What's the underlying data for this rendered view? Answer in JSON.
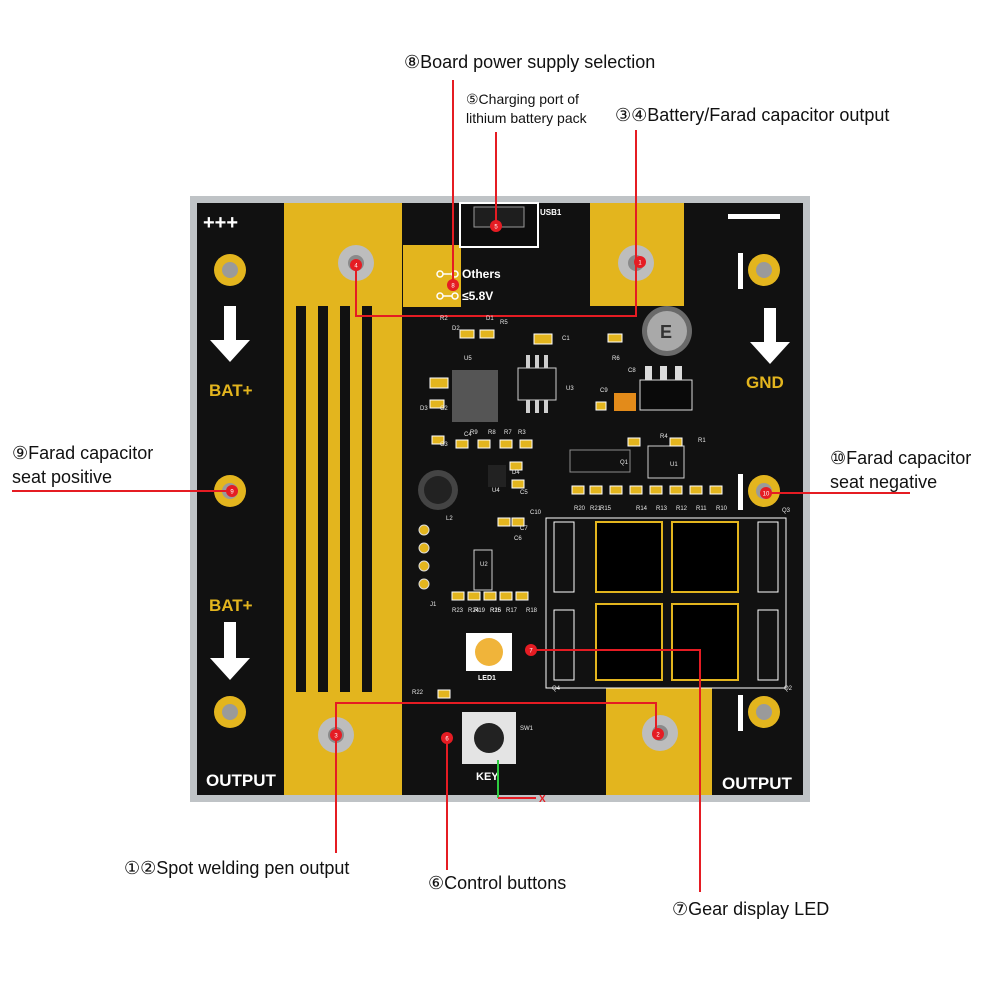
{
  "callouts": {
    "c8": "⑧Board power supply selection",
    "c5_line1": "⑤Charging port of",
    "c5_line2": "lithium battery pack",
    "c34": "③④Battery/Farad capacitor output",
    "c9_line1": "⑨Farad capacitor",
    "c9_line2": "seat positive",
    "c10_line1": "⑩Farad capacitor",
    "c10_line2": "seat negative",
    "c12": "①②Spot welding pen output",
    "c6": "⑥Control buttons",
    "c7": "⑦Gear display LED"
  },
  "board": {
    "plus_mark": "+++",
    "bat_plus_top": "BAT+",
    "bat_plus_bottom": "BAT+",
    "gnd": "GND",
    "output_left": "OUTPUT",
    "output_right": "OUTPUT",
    "others": "Others",
    "le58": "≤5.8V",
    "usb": "USB1",
    "key": "KEY",
    "axis_x": "X",
    "led1": "LED1",
    "cap_mark": "E",
    "markers": [
      "1",
      "2",
      "3",
      "4",
      "5",
      "6",
      "7",
      "8",
      "9",
      "10"
    ],
    "component_labels": [
      "R1",
      "R2",
      "R3",
      "R4",
      "R5",
      "R6",
      "R7",
      "R8",
      "R9",
      "R10",
      "R11",
      "R12",
      "R13",
      "R14",
      "R15",
      "R16",
      "R17",
      "R18",
      "R19",
      "R20",
      "R21",
      "R22",
      "R23",
      "R24",
      "R25",
      "C1",
      "C2",
      "C3",
      "C4",
      "C5",
      "C6",
      "C7",
      "C8",
      "C9",
      "C10",
      "D1",
      "D2",
      "D3",
      "D4",
      "L2",
      "U1",
      "U2",
      "U3",
      "U4",
      "U5",
      "Q1",
      "Q2",
      "Q3",
      "Q4",
      "J1",
      "SW1"
    ]
  },
  "colors": {
    "board": "#111111",
    "copper": "#e3b51e",
    "marker": "#e51c23",
    "leader": "#e51c23",
    "silk": "#ffffff"
  }
}
